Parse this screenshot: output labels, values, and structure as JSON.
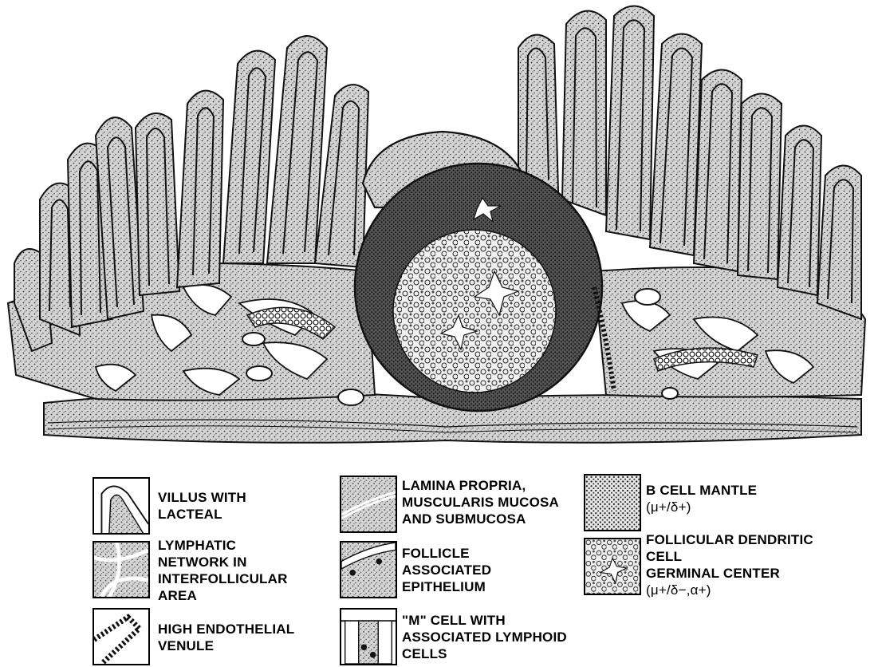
{
  "legend": {
    "villus": {
      "line1": "VILLUS WITH",
      "line2": "LACTEAL"
    },
    "lymphatic": {
      "line1": "LYMPHATIC",
      "line2": "NETWORK IN",
      "line3": "INTERFOLLICULAR",
      "line4": "AREA"
    },
    "hev": {
      "line1": "HIGH ENDOTHELIAL",
      "line2": "VENULE"
    },
    "lamina": {
      "line1": "LAMINA PROPRIA,",
      "line2": "MUSCULARIS MUCOSA",
      "line3": "AND SUBMUCOSA"
    },
    "fae": {
      "line1": "FOLLICLE",
      "line2": "ASSOCIATED",
      "line3": "EPITHELIUM"
    },
    "mcell": {
      "line1": "\"M\" CELL WITH",
      "line2": "ASSOCIATED LYMPHOID",
      "line3": "CELLS"
    },
    "bcell": {
      "line1": "B CELL MANTLE",
      "line2": "(μ+/δ+)"
    },
    "fdc": {
      "line1": "FOLLICULAR DENDRITIC",
      "line2": "CELL",
      "line3": "GERMINAL CENTER",
      "line4": "(μ+/δ−,α+)"
    }
  }
}
